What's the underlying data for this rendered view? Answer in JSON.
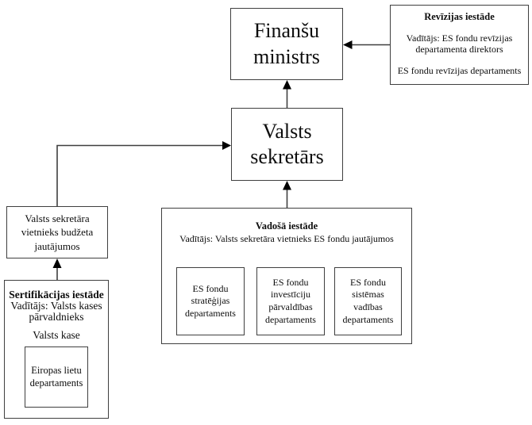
{
  "nodes": {
    "finansu_ministrs": {
      "label": "Finanšu ministrs"
    },
    "revizijas_iestade": {
      "title": "Revīzijas iestāde",
      "vaditajs": "Vadītājs: ES fondu revīzijas departamenta direktors",
      "departaments": "ES fondu revīzijas departaments"
    },
    "valsts_sekretars": {
      "label": "Valsts sekretārs"
    },
    "vietnieks_budzeta": {
      "label": "Valsts sekretāra vietnieks budžeta jautājumos"
    },
    "sertifikacijas_iestade": {
      "title": "Sertifikācijas iestāde",
      "vaditajs": "Vadītājs: Valsts kases pārvaldnieks",
      "valsts_kase": "Valsts kase",
      "inner_department": "Eiropas lietu departaments"
    },
    "vadosa_iestade": {
      "title": "Vadošā iestāde",
      "vaditajs": "Vadītājs: Valsts sekretāra vietnieks ES fondu jautājumos",
      "departments": [
        "ES fondu stratēģijas departaments",
        "ES fondu investīciju pārvaldības departaments",
        "ES fondu sistēmas vadības departaments"
      ]
    }
  },
  "colors": {
    "border": "#3f3f3f",
    "line": "#3f3f3f",
    "arrowhead": "#000000",
    "background": "#ffffff",
    "text": "#0d0d0d"
  }
}
